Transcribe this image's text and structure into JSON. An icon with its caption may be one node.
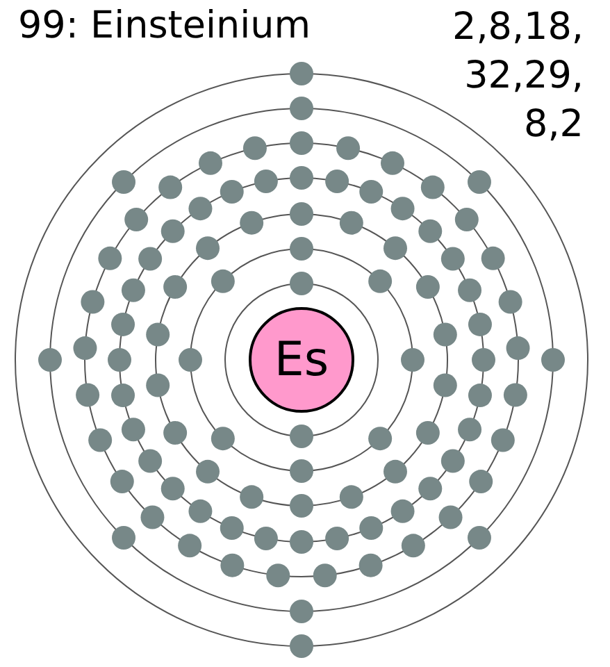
{
  "diagram": {
    "title": "99: Einsteinium",
    "nodes": [
      {
        "text": [
          "Es"
        ]
      }
    ],
    "labels": [
      "2,8,18, 32,29, 8,2"
    ]
  }
}
